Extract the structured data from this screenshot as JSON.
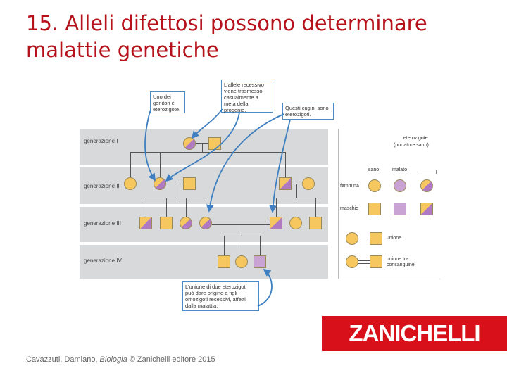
{
  "title": "15. Alleli difettosi possono determinare malattie genetiche",
  "generations": [
    "generazione I",
    "generazione II",
    "generazione III",
    "generazione IV"
  ],
  "callouts": {
    "parent_carrier": "Uno dei genitori è eterozigote.",
    "recessive_allele": "L'allele recessivo viene trasmesso casualmente a metà della progenie.",
    "cousins": "Questi cugini sono eterozigoti.",
    "union": "L'unione di due eterozigoti può dare origine a figli omozigoti recessivi, affetti dalla malattia."
  },
  "legend": {
    "carrier": "eterozigote",
    "carrier_note": "(portatore sano)",
    "healthy": "sano",
    "affected": "malato",
    "female": "femmina",
    "male": "maschio",
    "union": "unione",
    "consanguineous": "unione tra consanguinei"
  },
  "colors": {
    "title": "#b5121b",
    "normal": "#f6c75e",
    "affected": "#c9a3d4",
    "callout_border": "#4a8bc8",
    "logo_bg": "#d8101a"
  },
  "logo": "ZANICHELLI",
  "footer": {
    "before": "Cavazzuti, Damiano, ",
    "italic": "Biologia",
    "after": " © Zanichelli editore 2015"
  }
}
